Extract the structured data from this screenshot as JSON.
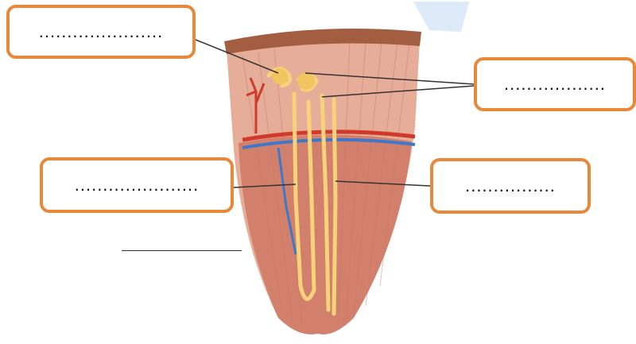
{
  "diagram": {
    "subject": "nephron-in-kidney-tissue-wedge",
    "colors": {
      "box_border": "#e8893a",
      "tissue": "#d9907a",
      "tissue_light": "#eab7a4",
      "capsule": "#a05a3e",
      "tubule": "#f6d27a",
      "artery": "#cf3a2a",
      "vein": "#3f78c8",
      "leader_line": "#333333"
    },
    "labels": [
      {
        "id": "top-left",
        "text": "......................"
      },
      {
        "id": "top-right",
        "text": ".................."
      },
      {
        "id": "mid-left",
        "text": "......................"
      },
      {
        "id": "mid-right",
        "text": "................"
      }
    ]
  }
}
